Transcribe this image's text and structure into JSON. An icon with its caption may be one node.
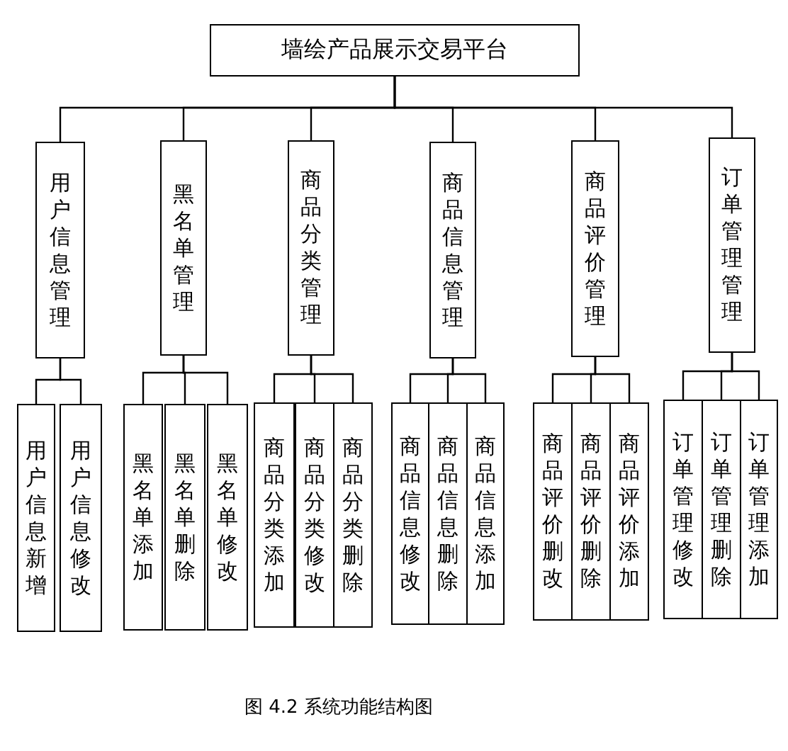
{
  "diagram": {
    "caption": "图 4.2 系统功能结构图",
    "nodes": [
      {
        "text": [
          "墙绘产品展示交易平台"
        ]
      },
      {
        "text": [
          "用户信息管理"
        ]
      },
      {
        "text": [
          "黑名单管理"
        ]
      },
      {
        "text": [
          "商品分类管理"
        ]
      },
      {
        "text": [
          "商品信息管理"
        ]
      },
      {
        "text": [
          "商品评价管理"
        ]
      },
      {
        "text": [
          "订单管理管理"
        ]
      },
      {
        "text": [
          "用户信息新增"
        ]
      },
      {
        "text": [
          "用户信息修改"
        ]
      },
      {
        "text": [
          "黑名单添加"
        ]
      },
      {
        "text": [
          "黑名单删除"
        ]
      },
      {
        "text": [
          "黑名单修改"
        ]
      },
      {
        "text": [
          "商品分类添加"
        ]
      },
      {
        "text": [
          "商品分类修改"
        ]
      },
      {
        "text": [
          "商品分类删除"
        ]
      },
      {
        "text": [
          "商品信息修改"
        ]
      },
      {
        "text": [
          "商品信息删除"
        ]
      },
      {
        "text": [
          "商品信息添加"
        ]
      },
      {
        "text": [
          "商品评价删改"
        ]
      },
      {
        "text": [
          "商品评价删除"
        ]
      },
      {
        "text": [
          "商品评价添加"
        ]
      },
      {
        "text": [
          "订单管理修改"
        ]
      },
      {
        "text": [
          "订单管理删除"
        ]
      },
      {
        "text": [
          "订单管理添加"
        ]
      }
    ],
    "edges": [
      {
        "from": 0,
        "to": 1,
        "arrow": "none"
      },
      {
        "from": 0,
        "to": 2,
        "arrow": "none"
      },
      {
        "from": 0,
        "to": 3,
        "arrow": "none"
      },
      {
        "from": 0,
        "to": 4,
        "arrow": "none"
      },
      {
        "from": 0,
        "to": 5,
        "arrow": "none"
      },
      {
        "from": 0,
        "to": 6,
        "arrow": "none"
      },
      {
        "from": 1,
        "to": 7,
        "arrow": "none"
      },
      {
        "from": 1,
        "to": 8,
        "arrow": "none"
      },
      {
        "from": 2,
        "to": 9,
        "arrow": "none"
      },
      {
        "from": 2,
        "to": 10,
        "arrow": "none"
      },
      {
        "from": 2,
        "to": 11,
        "arrow": "none"
      },
      {
        "from": 3,
        "to": 12,
        "arrow": "none"
      },
      {
        "from": 3,
        "to": 13,
        "arrow": "none"
      },
      {
        "from": 3,
        "to": 14,
        "arrow": "none"
      },
      {
        "from": 4,
        "to": 15,
        "arrow": "none"
      },
      {
        "from": 4,
        "to": 16,
        "arrow": "none"
      },
      {
        "from": 4,
        "to": 17,
        "arrow": "none"
      },
      {
        "from": 5,
        "to": 18,
        "arrow": "none"
      },
      {
        "from": 5,
        "to": 19,
        "arrow": "none"
      },
      {
        "from": 5,
        "to": 20,
        "arrow": "none"
      },
      {
        "from": 6,
        "to": 21,
        "arrow": "none"
      },
      {
        "from": 6,
        "to": 22,
        "arrow": "none"
      },
      {
        "from": 6,
        "to": 23,
        "arrow": "none"
      }
    ]
  }
}
